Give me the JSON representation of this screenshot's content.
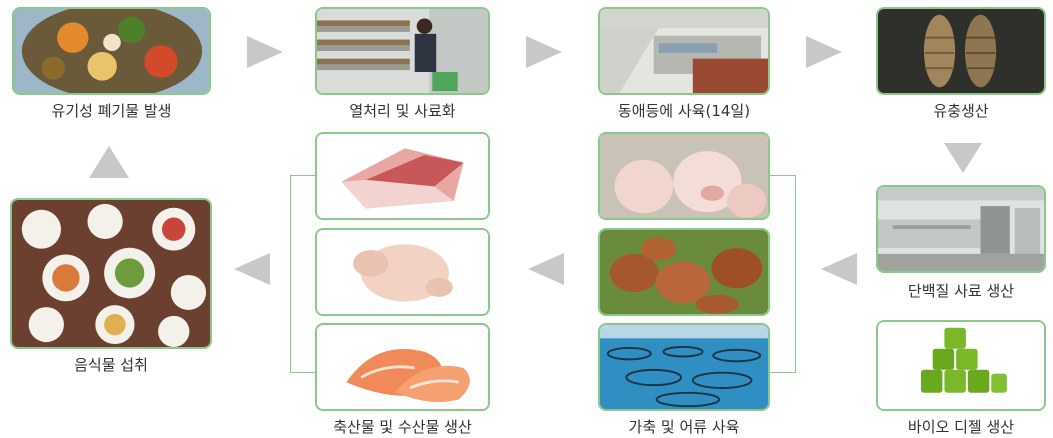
{
  "steps": {
    "waste": "유기성 폐기물 발생",
    "heat": "열처리 및 사료화",
    "bsf": "동애등에 사육(14일)",
    "larvae": "유충생산",
    "protein": "단백질 사료 생산",
    "biodiesel": "바이오 디젤 생산",
    "livestock": "가축 및 어류 사육",
    "products": "축산물 및 수산물 생산",
    "food": "음식물 섭취"
  },
  "colors": {
    "border": "#8bc98b",
    "arrow": "#c8c8c8"
  }
}
